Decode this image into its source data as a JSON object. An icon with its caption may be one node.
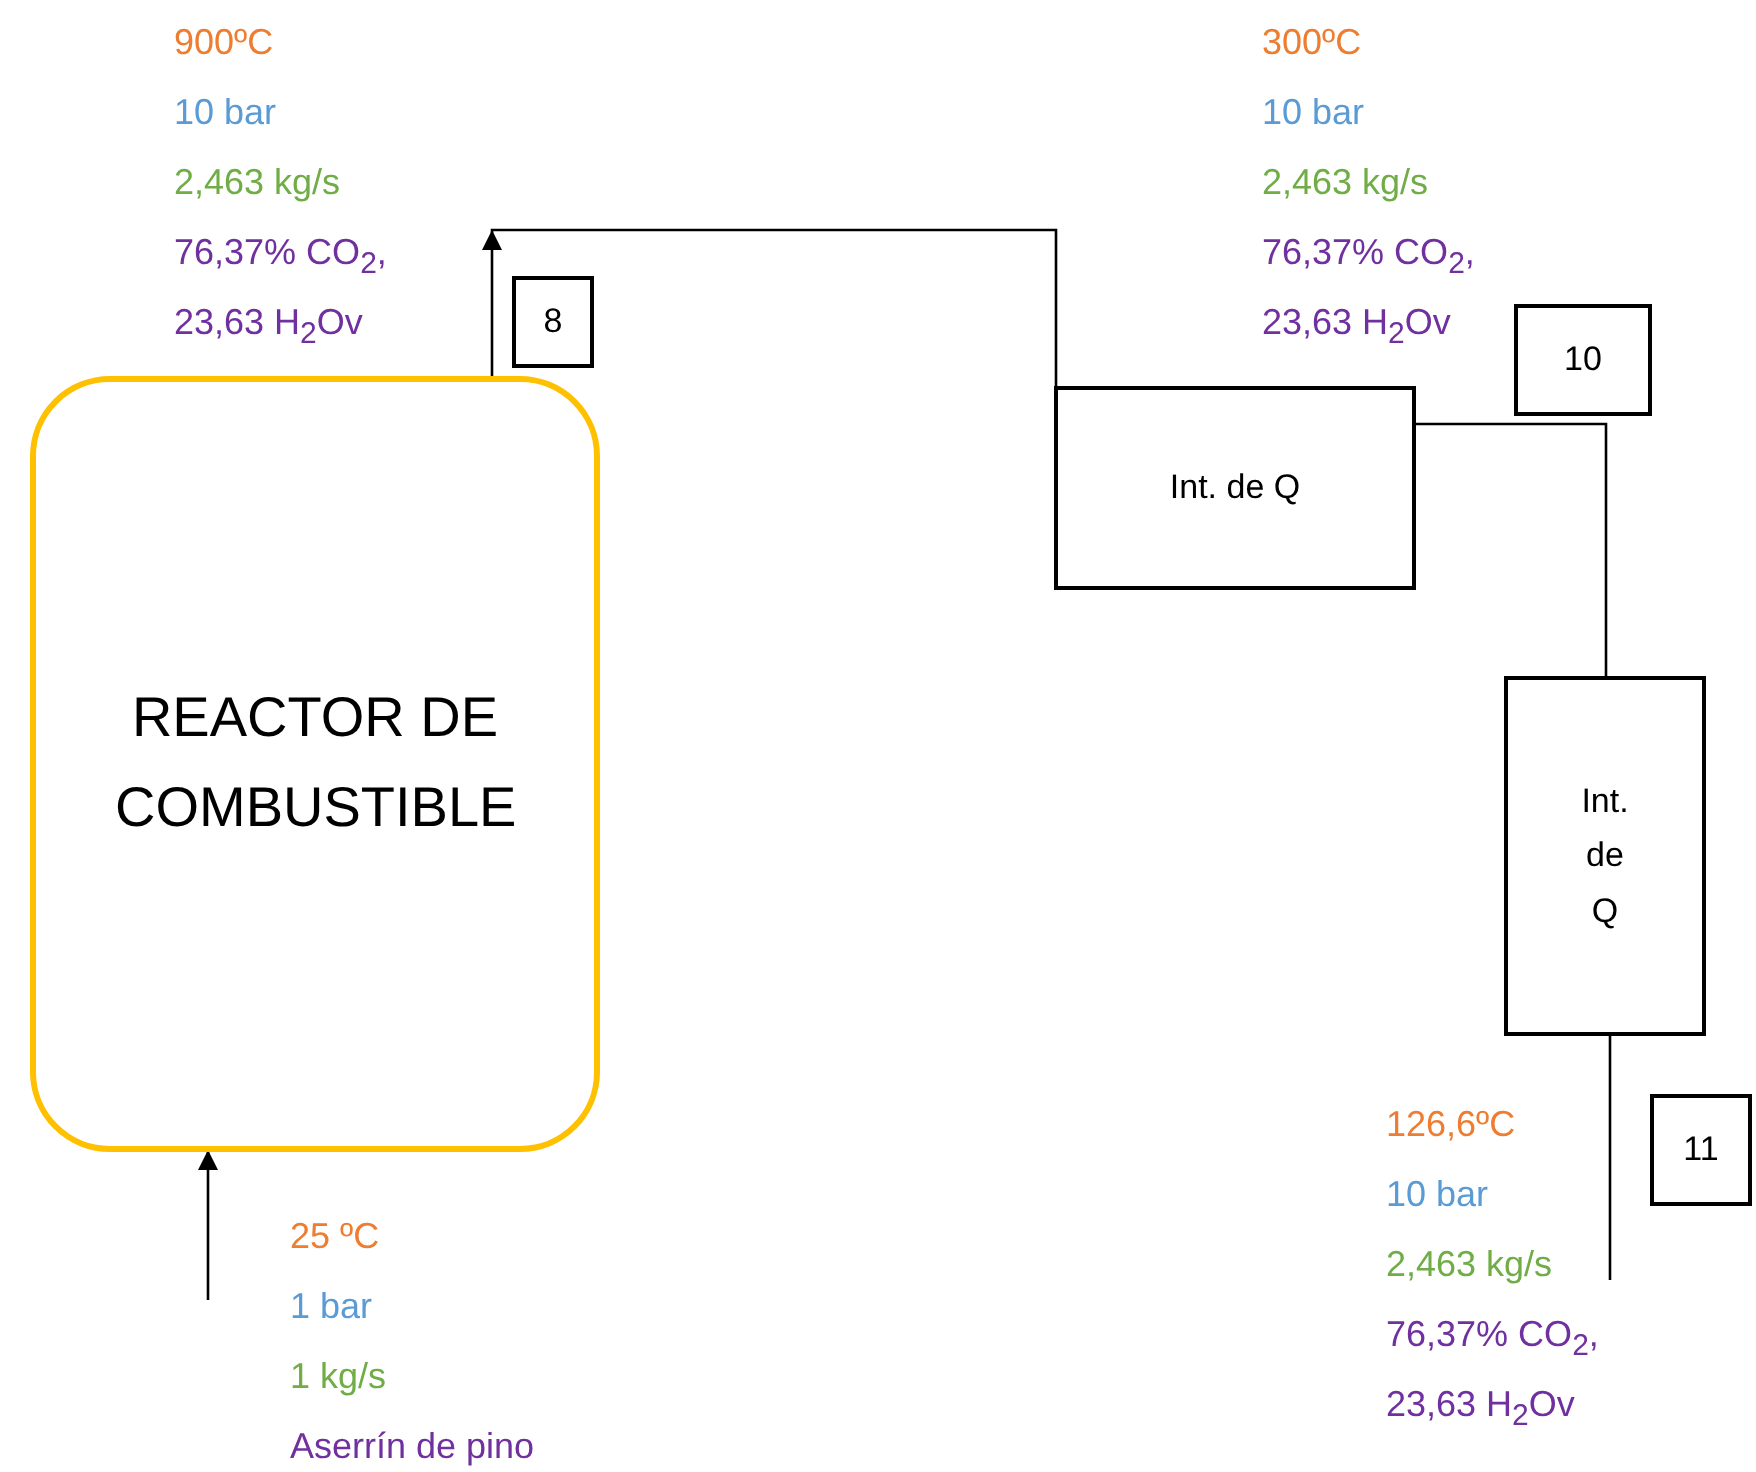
{
  "diagram": {
    "nodes": [
      {
        "text": [
          "REACTOR DE COMBUSTIBLE"
        ]
      },
      {
        "text": [
          "Int. de Q"
        ]
      },
      {
        "text": [
          "Int. de Q"
        ]
      },
      {
        "text": [
          "8"
        ]
      },
      {
        "text": [
          "10"
        ]
      },
      {
        "text": [
          "11"
        ]
      }
    ],
    "edges": [
      {
        "from": null,
        "to": 0,
        "arrow": "to"
      },
      {
        "from": 0,
        "to": 1,
        "arrow": "to"
      },
      {
        "from": 1,
        "to": 2,
        "arrow": "none"
      },
      {
        "from": 2,
        "to": null,
        "arrow": "none"
      }
    ],
    "labels": [
      "900ºC",
      "10 bar",
      "2,463 kg/s",
      "76,37% CO$_{2}$,",
      "23,63 H$_{2}$Ov",
      "300ºC",
      "10 bar",
      "2,463 kg/s",
      "76,37% CO$_{2}$,",
      "23,63 H$_{2}$Ov",
      "126,6ºC",
      "10 bar",
      "2,463 kg/s",
      "76,37% CO$_{2}$,",
      "23,63 H$_{2}$Ov",
      "25 ºC",
      "1 bar",
      "1 kg/s",
      "Aserrín de pino"
    ]
  }
}
